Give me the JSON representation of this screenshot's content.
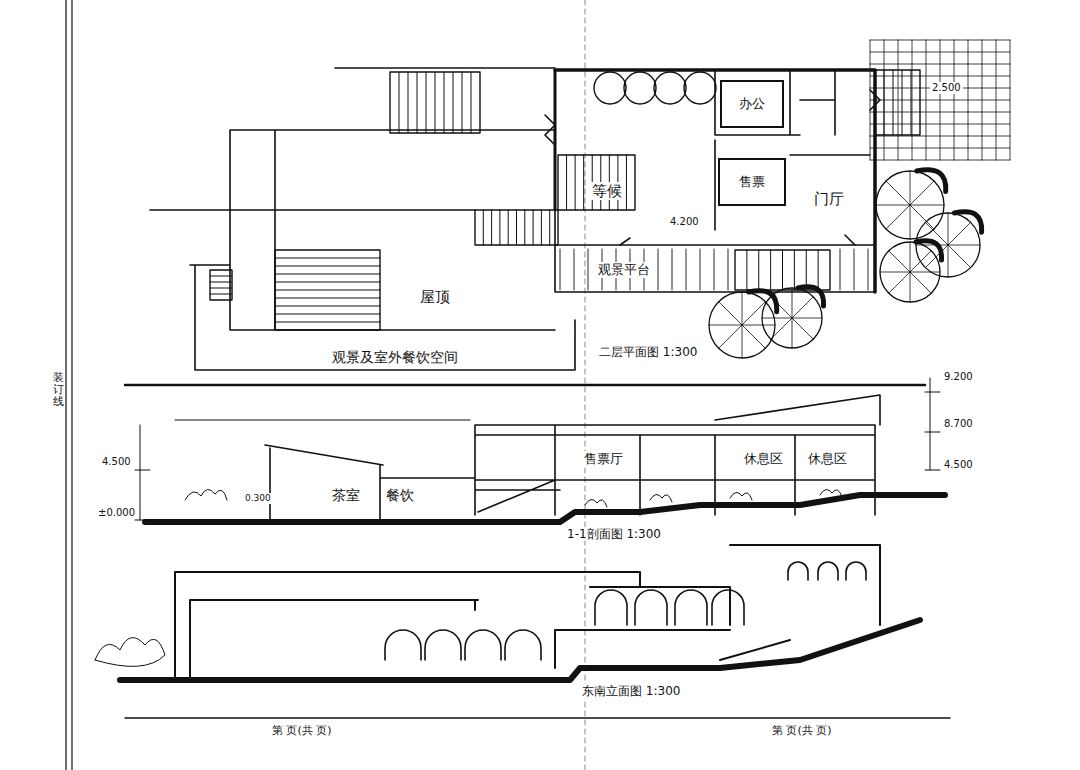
{
  "diagram": {
    "nodes": [
      {
        "text": [
          "办公"
        ]
      },
      {
        "text": [
          "售票"
        ]
      }
    ],
    "labels": [
      "等候",
      "门厅",
      "屋顶",
      "观景平台",
      "观景及室外餐饮空间",
      "二层平面图 1:300",
      "4.200",
      "2.500",
      "4.500",
      "±0.000",
      "0.300",
      "茶室",
      "餐饮",
      "售票厅",
      "休息区",
      "休息区",
      "9.200",
      "8.700",
      "4.500",
      "1-1剖面图 1:300",
      "东南立面图 1:300",
      "装订线",
      "第 页(共 页)",
      "第 页(共 页)"
    ]
  }
}
